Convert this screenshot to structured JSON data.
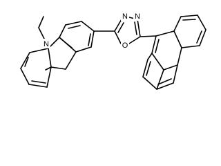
{
  "molecule": {
    "atoms": {
      "carbazole_n": "N",
      "oxadiazole_n1": "N",
      "oxadiazole_n2": "N",
      "oxadiazole_o": "O"
    }
  }
}
